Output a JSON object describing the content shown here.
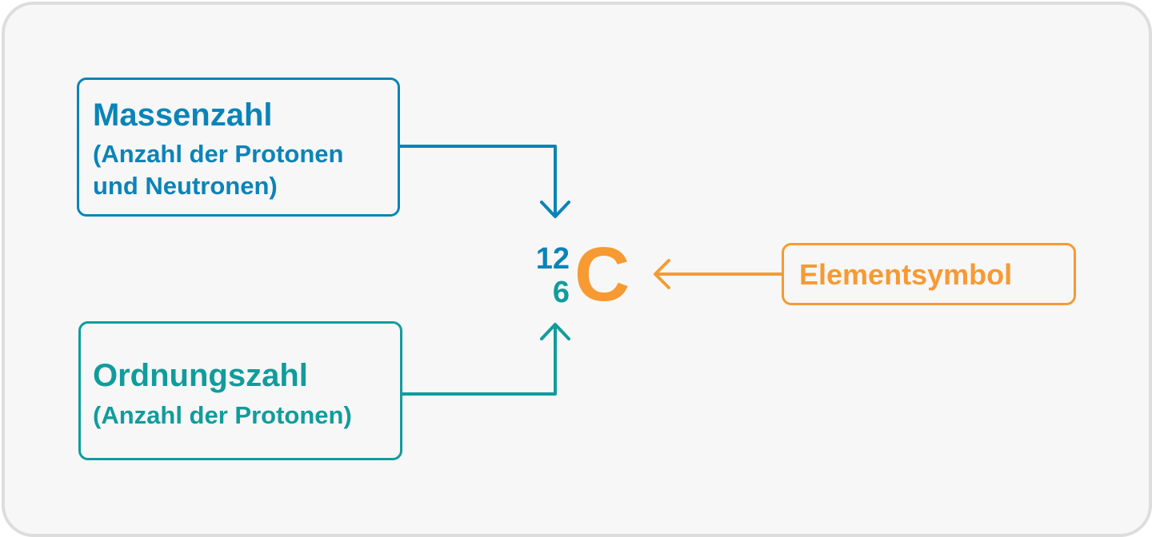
{
  "colors": {
    "mass": "#0a84b8",
    "atomic_number": "#119c9c",
    "element": "#f79a32",
    "background": "#f7f7f8",
    "border": "#dddddd"
  },
  "mass_box": {
    "title": "Massenzahl",
    "subtitle_line1": "(Anzahl der Protonen",
    "subtitle_line2": "und Neutronen)"
  },
  "atomic_number_box": {
    "title": "Ordnungszahl",
    "subtitle": "(Anzahl der Protonen)"
  },
  "element_box": {
    "label": "Elementsymbol"
  },
  "nuclide": {
    "mass_number": "12",
    "atomic_number": "6",
    "symbol": "C"
  }
}
